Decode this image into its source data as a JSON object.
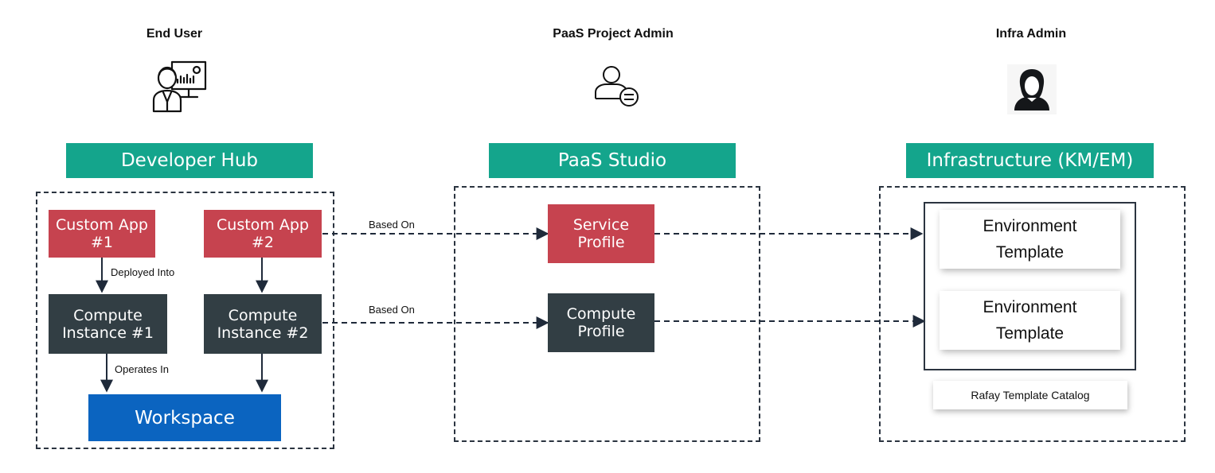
{
  "roles": {
    "end_user": "End User",
    "paas_admin": "PaaS Project Admin",
    "infra_admin": "Infra Admin"
  },
  "icons": {
    "end_user": "user-dashboard-icon",
    "paas_admin": "user-settings-icon",
    "infra_admin": "woman-user-icon"
  },
  "banners": {
    "developer_hub": "Developer Hub",
    "paas_studio": "PaaS Studio",
    "infrastructure": "Infrastructure (KM/EM)"
  },
  "nodes": {
    "custom_app_1": "Custom App\n#1",
    "custom_app_2": "Custom App\n#2",
    "compute_instance_1": "Compute\nInstance #1",
    "compute_instance_2": "Compute\nInstance #2",
    "workspace": "Workspace",
    "service_profile": "Service\nProfile",
    "compute_profile": "Compute\nProfile",
    "env_template_1": "Environment\nTemplate",
    "env_template_2": "Environment\nTemplate",
    "catalog": "Rafay Template Catalog"
  },
  "edges": {
    "deployed_into": "Deployed Into",
    "operates_in": "Operates In",
    "based_on_1": "Based On",
    "based_on_2": "Based On"
  },
  "colors": {
    "banner": "#14a58c",
    "app": "#c6434f",
    "compute": "#323e44",
    "workspace": "#0b64c0",
    "line": "#1f2a3a"
  }
}
